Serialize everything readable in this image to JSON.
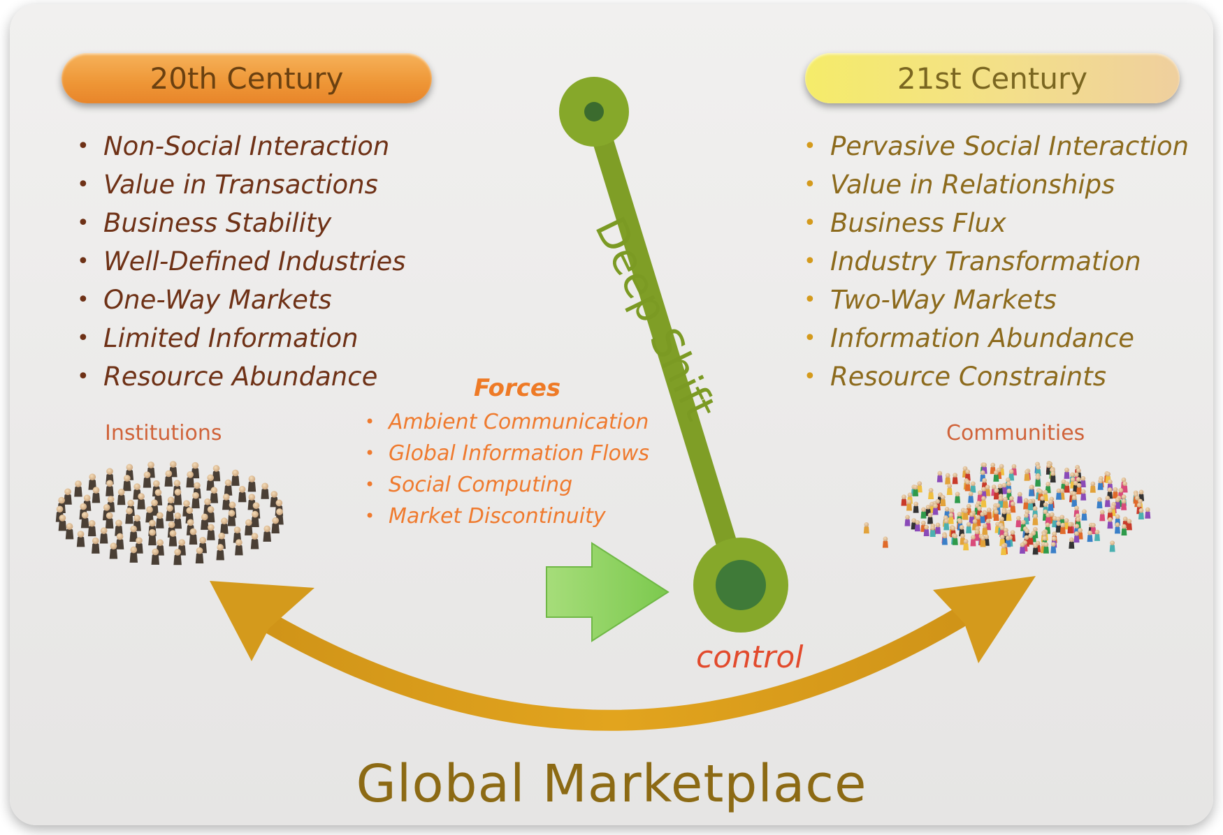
{
  "headings": {
    "left": "20th Century",
    "right": "21st Century"
  },
  "left_items": [
    "Non-Social Interaction",
    "Value in Transactions",
    "Business Stability",
    "Well-Defined Industries",
    "One-Way Markets",
    "Limited Information",
    "Resource Abundance"
  ],
  "right_items": [
    "Pervasive Social Interaction",
    "Value in Relationships",
    "Business Flux",
    "Industry Transformation",
    "Two-Way Markets",
    "Information Abundance",
    "Resource Constraints"
  ],
  "forces": {
    "title": "Forces",
    "items": [
      "Ambient Communication",
      "Global Information Flows",
      "Social Computing",
      "Market Discontinuity"
    ]
  },
  "labels": {
    "institutions": "Institutions",
    "communities": "Communities",
    "deep_shift": "Deep Shift",
    "control": "control",
    "global_marketplace": "Global Marketplace"
  },
  "colors": {
    "left_pill": "#ee9636",
    "right_pill": "#f3df8a",
    "lever_green": "#7f9e26",
    "arc_gold": "#d49a1c",
    "forces_orange": "#ef7a2e",
    "control_red": "#e24a2c",
    "arrow_green": "#8cd35e"
  },
  "icons": {
    "institutions": "crowd-in-rings-icon",
    "communities": "scattered-crowd-icon",
    "forces_arrow": "right-arrow-icon",
    "lever": "pivot-lever-icon",
    "marketplace": "double-headed-arc-arrow-icon"
  }
}
